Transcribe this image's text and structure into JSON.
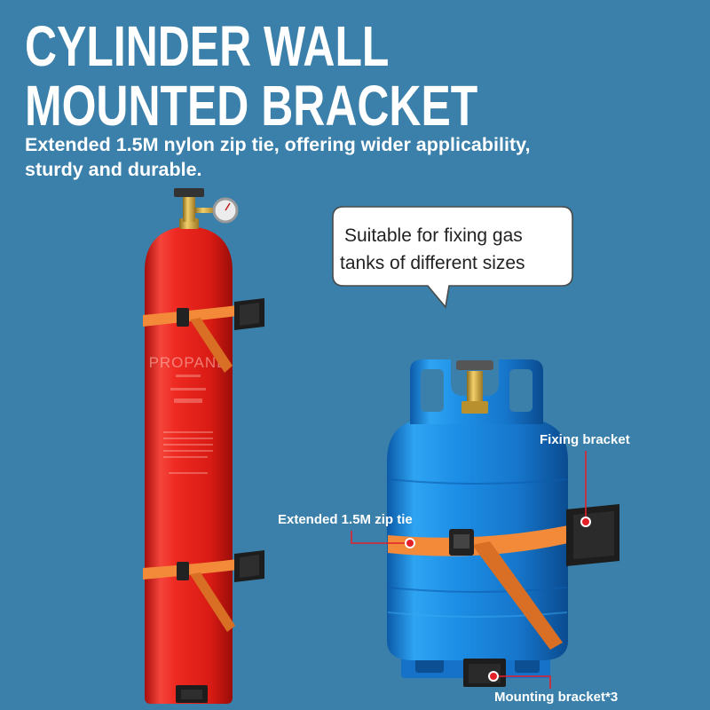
{
  "title": {
    "line1": "CYLINDER WALL",
    "line2": "MOUNTED BRACKET"
  },
  "subtitle": {
    "lines": [
      "Extended 1.5M nylon zip tie, offering wider applicability,",
      "sturdy and durable."
    ]
  },
  "callout": {
    "lines": [
      "Suitable for fixing gas",
      "tanks of different sizes"
    ]
  },
  "labels": {
    "fixing_bracket": "Fixing bracket",
    "zip_tie": "Extended 1.5M zip tie",
    "mounting_bracket": "Mounting bracket*3"
  },
  "red_cylinder": {
    "label": "PROPANE"
  },
  "colors": {
    "background": "#3b80aa",
    "red_cylinder": "#e8251f",
    "blue_cylinder": "#1b8fe0",
    "strap": "#f28a3a",
    "bracket": "#1d1d1d",
    "annotation": "#e3202a"
  }
}
